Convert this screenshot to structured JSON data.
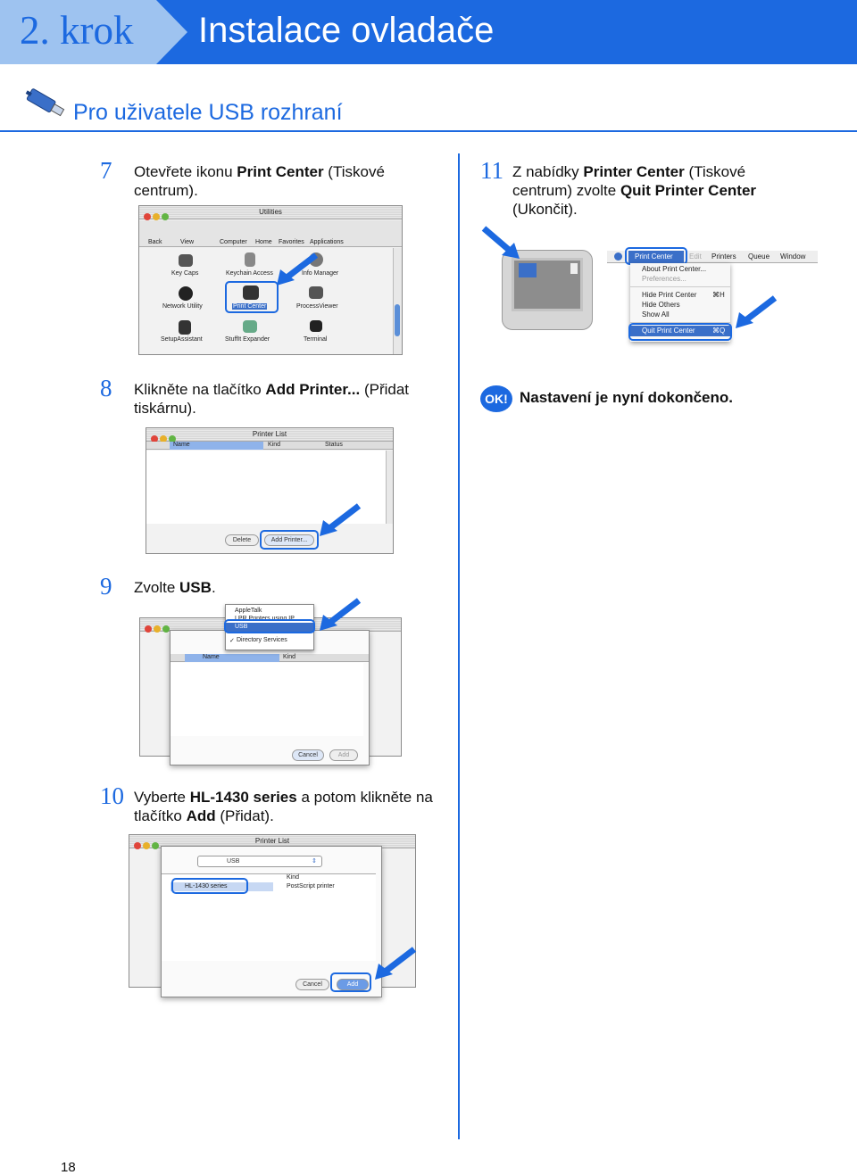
{
  "header": {
    "step": "2. krok",
    "title": "Instalace ovladače"
  },
  "section": {
    "title": "Pro uživatele USB rozhraní"
  },
  "steps": {
    "s7": {
      "num": "7",
      "pre": "Otevřete ikonu ",
      "bold": "Print Center",
      "post": " (Tiskové centrum)."
    },
    "s8": {
      "num": "8",
      "pre": "Klikněte na tlačítko ",
      "bold": "Add Printer...",
      "post": " (Přidat tiskárnu)."
    },
    "s9": {
      "num": "9",
      "pre": "Zvolte ",
      "bold": "USB",
      "post": "."
    },
    "s10": {
      "num": "10",
      "pre": "Vyberte ",
      "bold": "HL-1430 series",
      "mid": " a potom klikněte na tlačítko ",
      "bold2": "Add",
      "post": " (Přidat)."
    },
    "s11": {
      "num": "11",
      "pre": "Z nabídky ",
      "bold": "Printer Center",
      "mid": " (Tiskové centrum) zvolte ",
      "bold2": "Quit Printer Center",
      "post": " (Ukončit)."
    }
  },
  "ok": {
    "badge": "OK!",
    "text": "Nastavení je nyní dokončeno."
  },
  "page_number": "18",
  "utilities": {
    "title": "Utilities",
    "toolbar": [
      "Back",
      "View",
      "Computer",
      "Home",
      "Favorites",
      "Applications"
    ],
    "items": [
      "Key Caps",
      "Keychain Access",
      "Info Manager",
      "Network Utility",
      "Print Center",
      "ProcessViewer",
      "SetupAssistant",
      "StuffIt Expander",
      "Terminal"
    ]
  },
  "menu": {
    "bar": [
      "Print Center",
      "Edit",
      "Printers",
      "Queue",
      "Window"
    ],
    "items": [
      "About Print Center...",
      "Preferences...",
      "Hide Print Center",
      "Hide Others",
      "Show All",
      "Quit Print Center"
    ],
    "shortcut_hide": "⌘H",
    "shortcut_quit": "⌘Q"
  },
  "printer_list": {
    "title": "Printer List",
    "cols": [
      "Name",
      "Kind",
      "Status"
    ],
    "delete": "Delete",
    "add_printer": "Add Printer..."
  },
  "usb_sheet": {
    "options": [
      "AppleTalk",
      "LPR Printers using IP",
      "USB",
      "Directory Services"
    ],
    "cols": [
      "Name",
      "Kind"
    ],
    "cancel": "Cancel",
    "add": "Add"
  },
  "select_sheet": {
    "title": "Printer List",
    "popup": "USB",
    "col_kind": "Kind",
    "printer": "HL-1430 series",
    "kind": "PostScript printer",
    "cancel": "Cancel",
    "add": "Add"
  },
  "colors": {
    "accent": "#1c69e0",
    "header_step_bg": "#9ec3f0"
  }
}
